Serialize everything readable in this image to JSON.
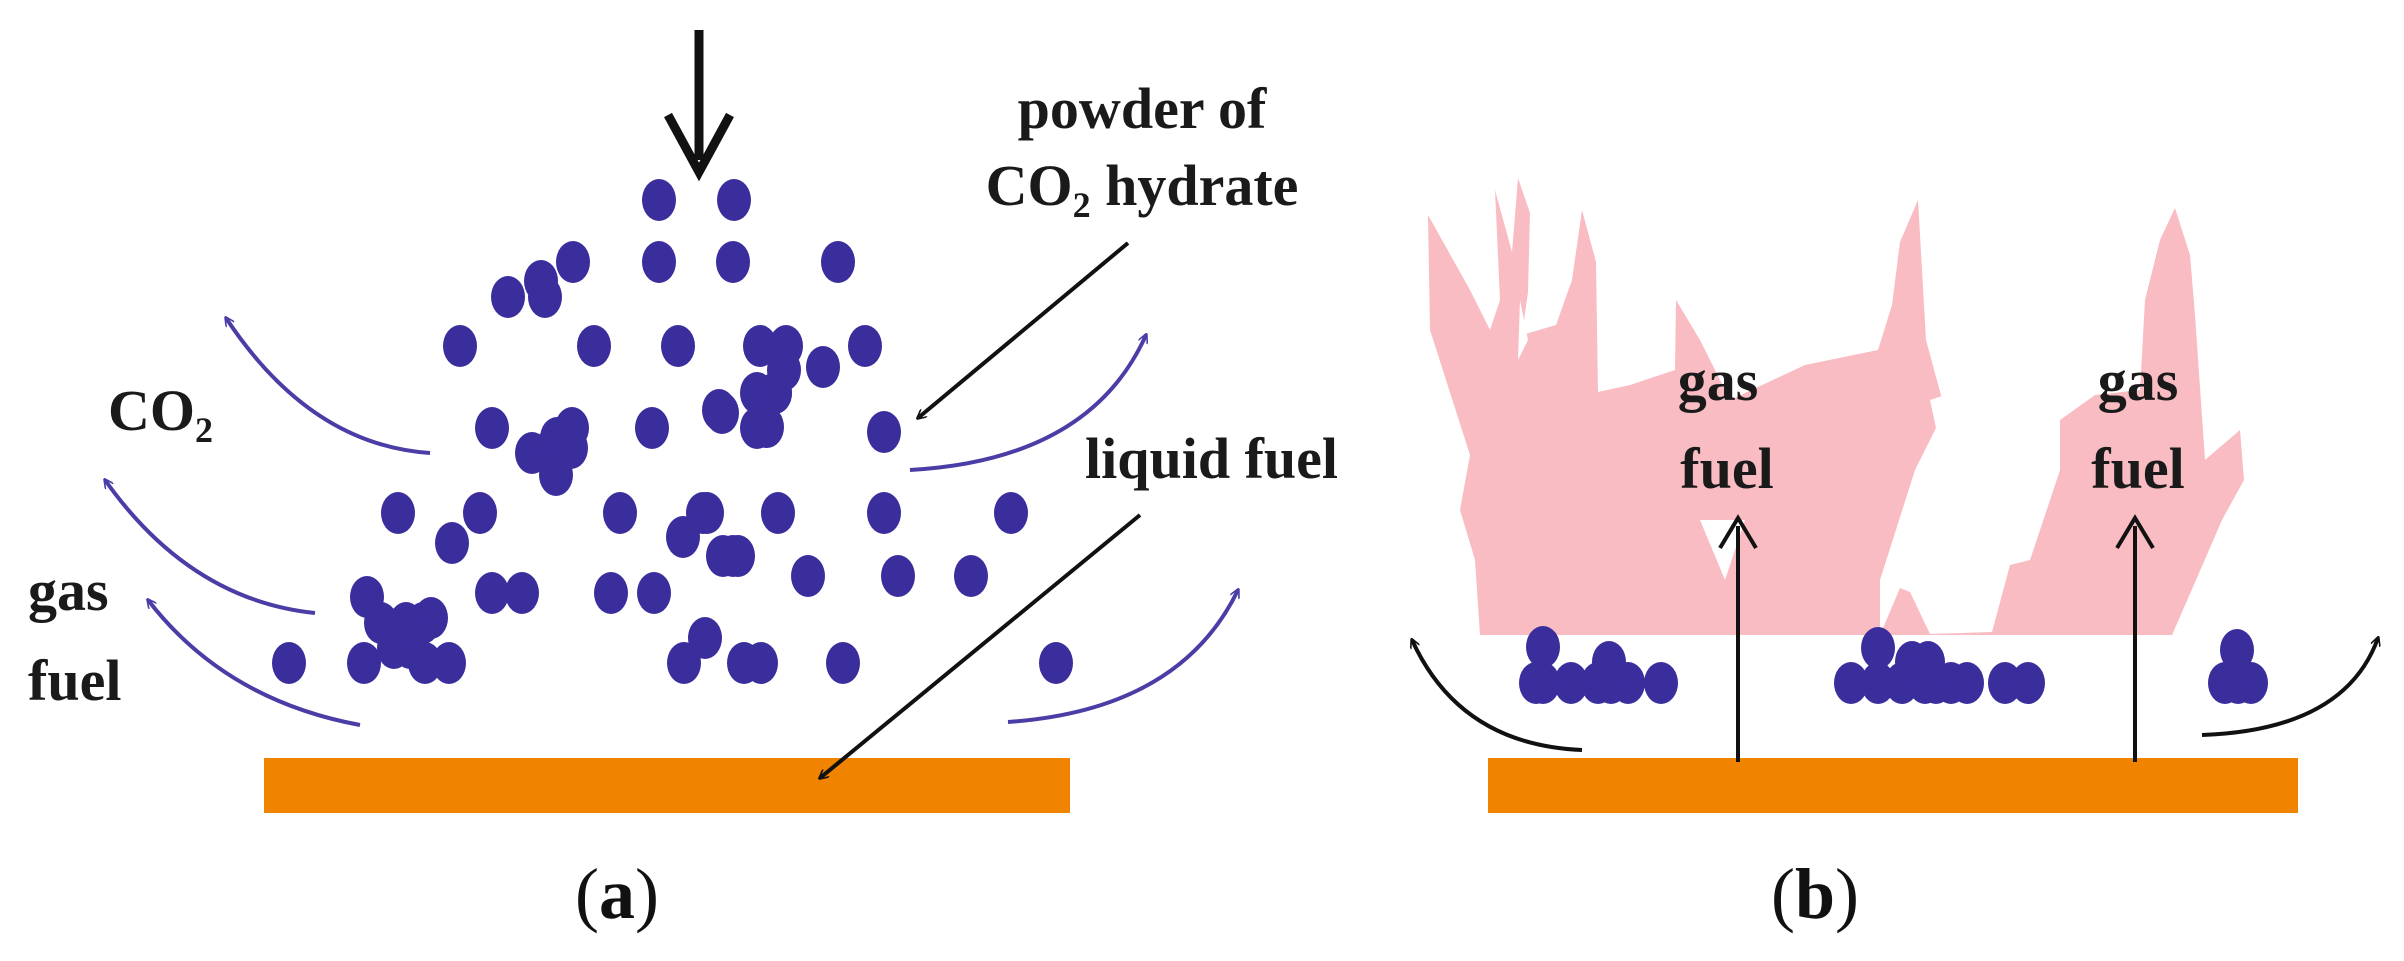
{
  "colors": {
    "particle": "#3a2d9c",
    "blue_arrow": "#4a3da6",
    "black_arrow": "#111111",
    "liquid_fuel": "#f08300",
    "flame": "#f9bcc2",
    "text": "#1a1a1a"
  },
  "panel_a": {
    "label_open": "(",
    "label_letter": "a",
    "label_close": ")",
    "powder_line1": "powder of",
    "powder_line2_pre": "CO",
    "powder_line2_sub": "2",
    "powder_line2_post": " hydrate",
    "co2_pre": "CO",
    "co2_sub": "2",
    "liquid_fuel": "liquid fuel",
    "gas_line1": "gas",
    "gas_line2": "fuel"
  },
  "panel_b": {
    "label_open": "(",
    "label_letter": "b",
    "label_close": ")",
    "gas_left_line1": "gas",
    "gas_left_line2": "fuel",
    "gas_right_line1": "gas",
    "gas_right_line2": "fuel"
  },
  "icons": [
    "down-arrow-icon",
    "flame-icon"
  ]
}
